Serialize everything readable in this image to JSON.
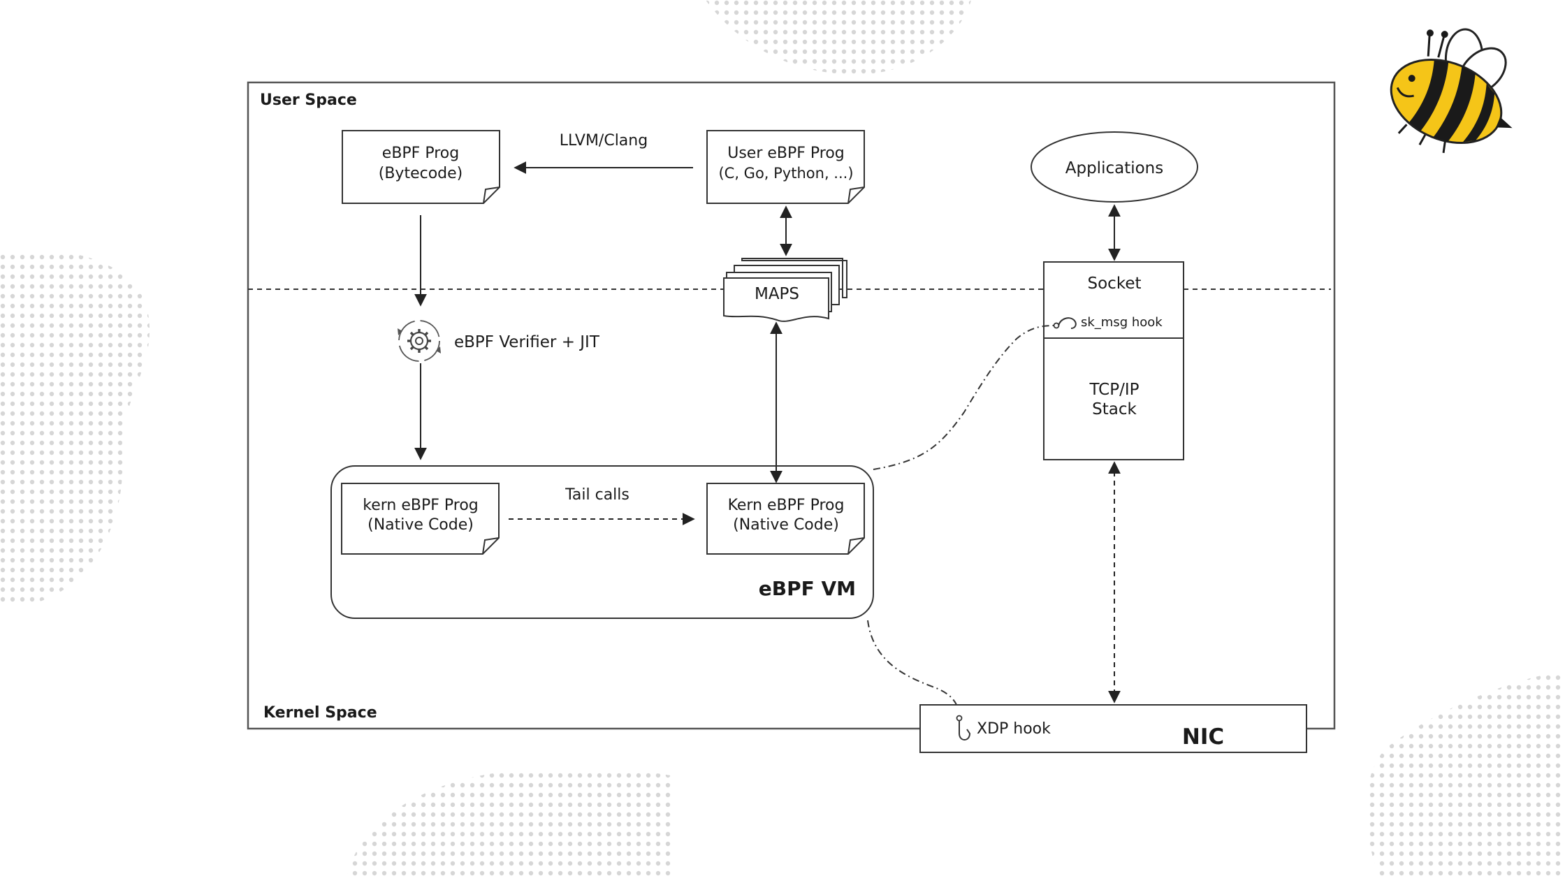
{
  "regions": {
    "user_space": "User Space",
    "kernel_space": "Kernel Space"
  },
  "nodes": {
    "ebpf_prog_bytecode": {
      "line1": "eBPF Prog",
      "line2": "(Bytecode)"
    },
    "user_ebpf_prog": {
      "line1": "User eBPF Prog",
      "line2": "(C, Go, Python, ...)"
    },
    "applications": "Applications",
    "maps": "MAPS",
    "socket": "Socket",
    "sk_msg_hook": "sk_msg hook",
    "tcpip_stack": {
      "line1": "TCP/IP",
      "line2": "Stack"
    },
    "verifier_jit": "eBPF Verifier + JIT",
    "kern_prog_left": {
      "line1": "kern eBPF Prog",
      "line2": "(Native Code)"
    },
    "kern_prog_right": {
      "line1": "Kern eBPF Prog",
      "line2": "(Native Code)"
    },
    "ebpf_vm": "eBPF VM",
    "xdp_hook": "XDP hook",
    "nic": "NIC"
  },
  "edges": {
    "llvm_clang": "LLVM/Clang",
    "tail_calls": "Tail calls"
  },
  "colors": {
    "stroke": "#333333",
    "text": "#1a1a1a",
    "dot_pattern": "#d6d6d6",
    "bee_yellow": "#f5c518",
    "bee_black": "#1a1a1a"
  },
  "decor": {
    "mascot": "bee-mascot"
  }
}
